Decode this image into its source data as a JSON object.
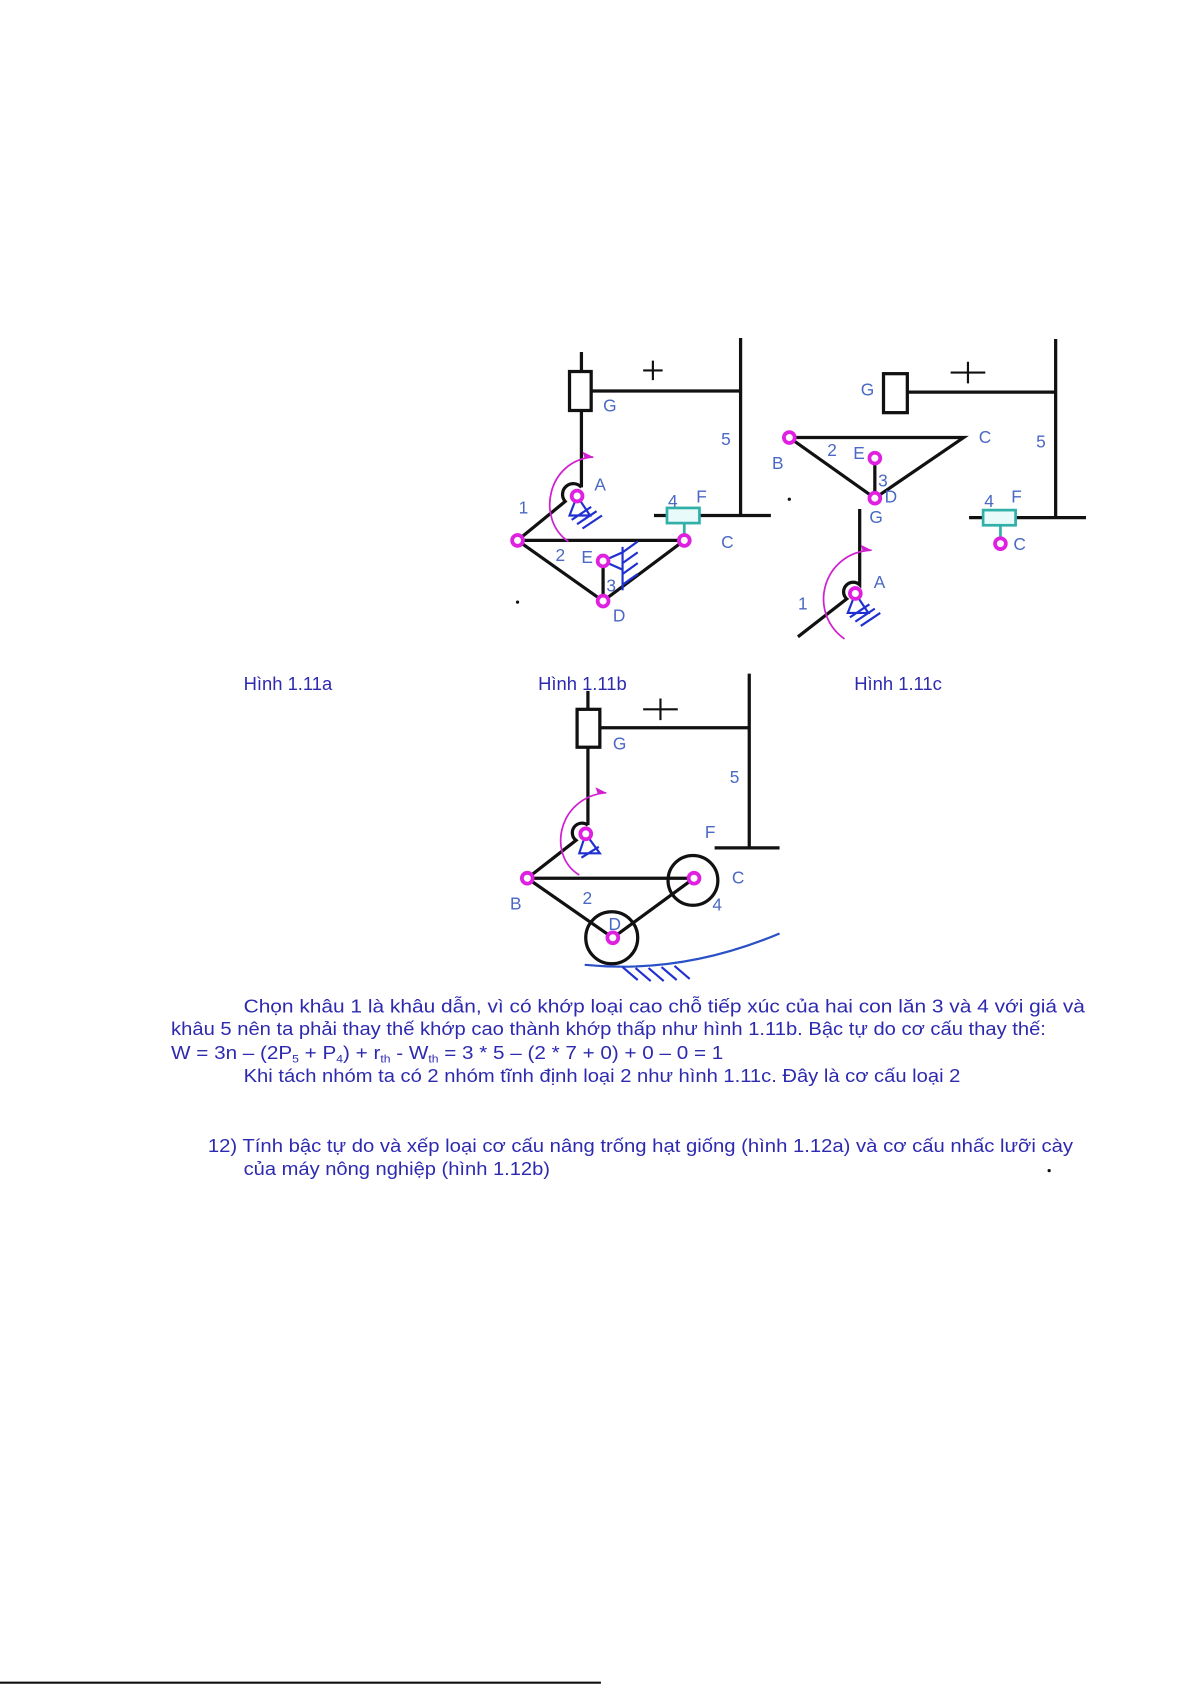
{
  "figures": {
    "fig_a": {
      "caption": "Hình 1.11a",
      "labels": [
        "G",
        "5",
        "A",
        "1",
        "4",
        "F",
        "C",
        "2",
        "E",
        "3",
        "D"
      ]
    },
    "fig_b": {
      "caption": "Hình 1.11b",
      "labels": [
        "G",
        "5",
        "B",
        "2",
        "4",
        "C",
        "F",
        "D"
      ]
    },
    "fig_c": {
      "caption": "Hình 1.11c",
      "labels": [
        "G",
        "C",
        "5",
        "B",
        "2",
        "E",
        "3",
        "D",
        "G",
        "4",
        "F",
        "C",
        "A",
        "1"
      ]
    }
  },
  "paragraph": {
    "line1": "Chọn khâu 1 là khâu dẫn, vì có khớp loại cao chỗ tiếp xúc của hai con lăn 3 và 4 với giá và",
    "line2": "khâu 5 nên ta phải thay thế khớp cao thành khớp thấp như hình 1.11b. Bậc tự do cơ cấu thay thế:",
    "formula": {
      "p1": "W = 3n – (2P",
      "s1": "5",
      "p2": " + P",
      "s2": "4",
      "p3": ") + r",
      "s3": "th",
      "p4": " - W",
      "s4": "th",
      "p5": "  =  3 * 5 – (2 * 7 + 0) + 0 – 0 = 1"
    },
    "line4": "Khi tách nhóm ta có 2 nhóm tĩnh định loại 2 như hình 1.11c. Đây là cơ cấu loại 2"
  },
  "exercise": {
    "line1": "12) Tính bậc tự do và xếp loại cơ cấu nâng trống hạt giống (hình 1.12a) và cơ cấu nhấc lưỡi cày",
    "line2": "của máy nông nghiệp (hình 1.12b)"
  },
  "colors": {
    "text": "#2e2ab0",
    "label": "#4a68c4",
    "joint": "#e020e0",
    "ground": "#2030d0"
  }
}
